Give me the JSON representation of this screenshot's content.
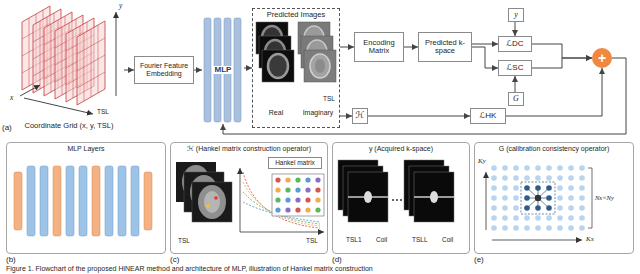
{
  "diagram": {
    "caption": "Figure 1. Flowchart of the proposed HiNEAR method and architecture of MLP, illustration of Hankel matrix construction",
    "nodes": [
      {
        "text": [
          "Coordinate Grid (x, y, TSL)"
        ]
      },
      {
        "text": [
          "Fourier Feature Embedding"
        ]
      },
      {
        "text": [
          "MLP"
        ]
      },
      {
        "text": [
          "Predicted Images",
          "Real",
          "Imaginary",
          "TSL"
        ]
      },
      {
        "text": [
          "Encoding Matrix"
        ]
      },
      {
        "text": [
          "Predicted k-space"
        ]
      },
      {
        "text": [
          "y"
        ]
      },
      {
        "text": [
          "ℒDC"
        ]
      },
      {
        "text": [
          "ℒSC"
        ]
      },
      {
        "text": [
          "G"
        ]
      },
      {
        "text": [
          "+"
        ]
      },
      {
        "text": [
          "ℋ"
        ]
      },
      {
        "text": [
          "ℒHK"
        ]
      },
      {
        "text": [
          "MLP Layers"
        ]
      },
      {
        "text": [
          "ℋ (Hankel matrix construction operator)"
        ]
      },
      {
        "text": [
          "Hankel matrix"
        ],
        "in": 14
      },
      {
        "text": [
          "y (Acquired k-space)"
        ]
      },
      {
        "text": [
          "G (calibration consistency operator)"
        ]
      }
    ],
    "edges": [
      {
        "from": 0,
        "to": 1,
        "arrow": "to"
      },
      {
        "from": 1,
        "to": 2,
        "arrow": "to"
      },
      {
        "from": 2,
        "to": 3,
        "arrow": "to"
      },
      {
        "from": 3,
        "to": 4,
        "arrow": "to"
      },
      {
        "from": 4,
        "to": 5,
        "arrow": "to"
      },
      {
        "from": 5,
        "to": 7,
        "arrow": "to"
      },
      {
        "from": 5,
        "to": 8,
        "arrow": "to"
      },
      {
        "from": 6,
        "to": 7,
        "arrow": "to"
      },
      {
        "from": 9,
        "to": 8,
        "arrow": "to"
      },
      {
        "from": 7,
        "to": 10,
        "arrow": "to"
      },
      {
        "from": 8,
        "to": 10,
        "arrow": "to"
      },
      {
        "from": 3,
        "to": 11,
        "arrow": "to"
      },
      {
        "from": 11,
        "to": 12,
        "arrow": "to"
      },
      {
        "from": 12,
        "to": 10,
        "arrow": "to"
      },
      {
        "from": 10,
        "to": 2,
        "arrow": "to"
      }
    ],
    "labels": [
      "(a)",
      "y",
      "x",
      "TSL",
      "TSL",
      "TSL",
      "TSL1",
      "Coil",
      "TSLL",
      "Coil",
      "Ky",
      "Kx",
      "Nx×Ny",
      "(b)",
      "(c)",
      "(d)",
      "(e)"
    ]
  }
}
